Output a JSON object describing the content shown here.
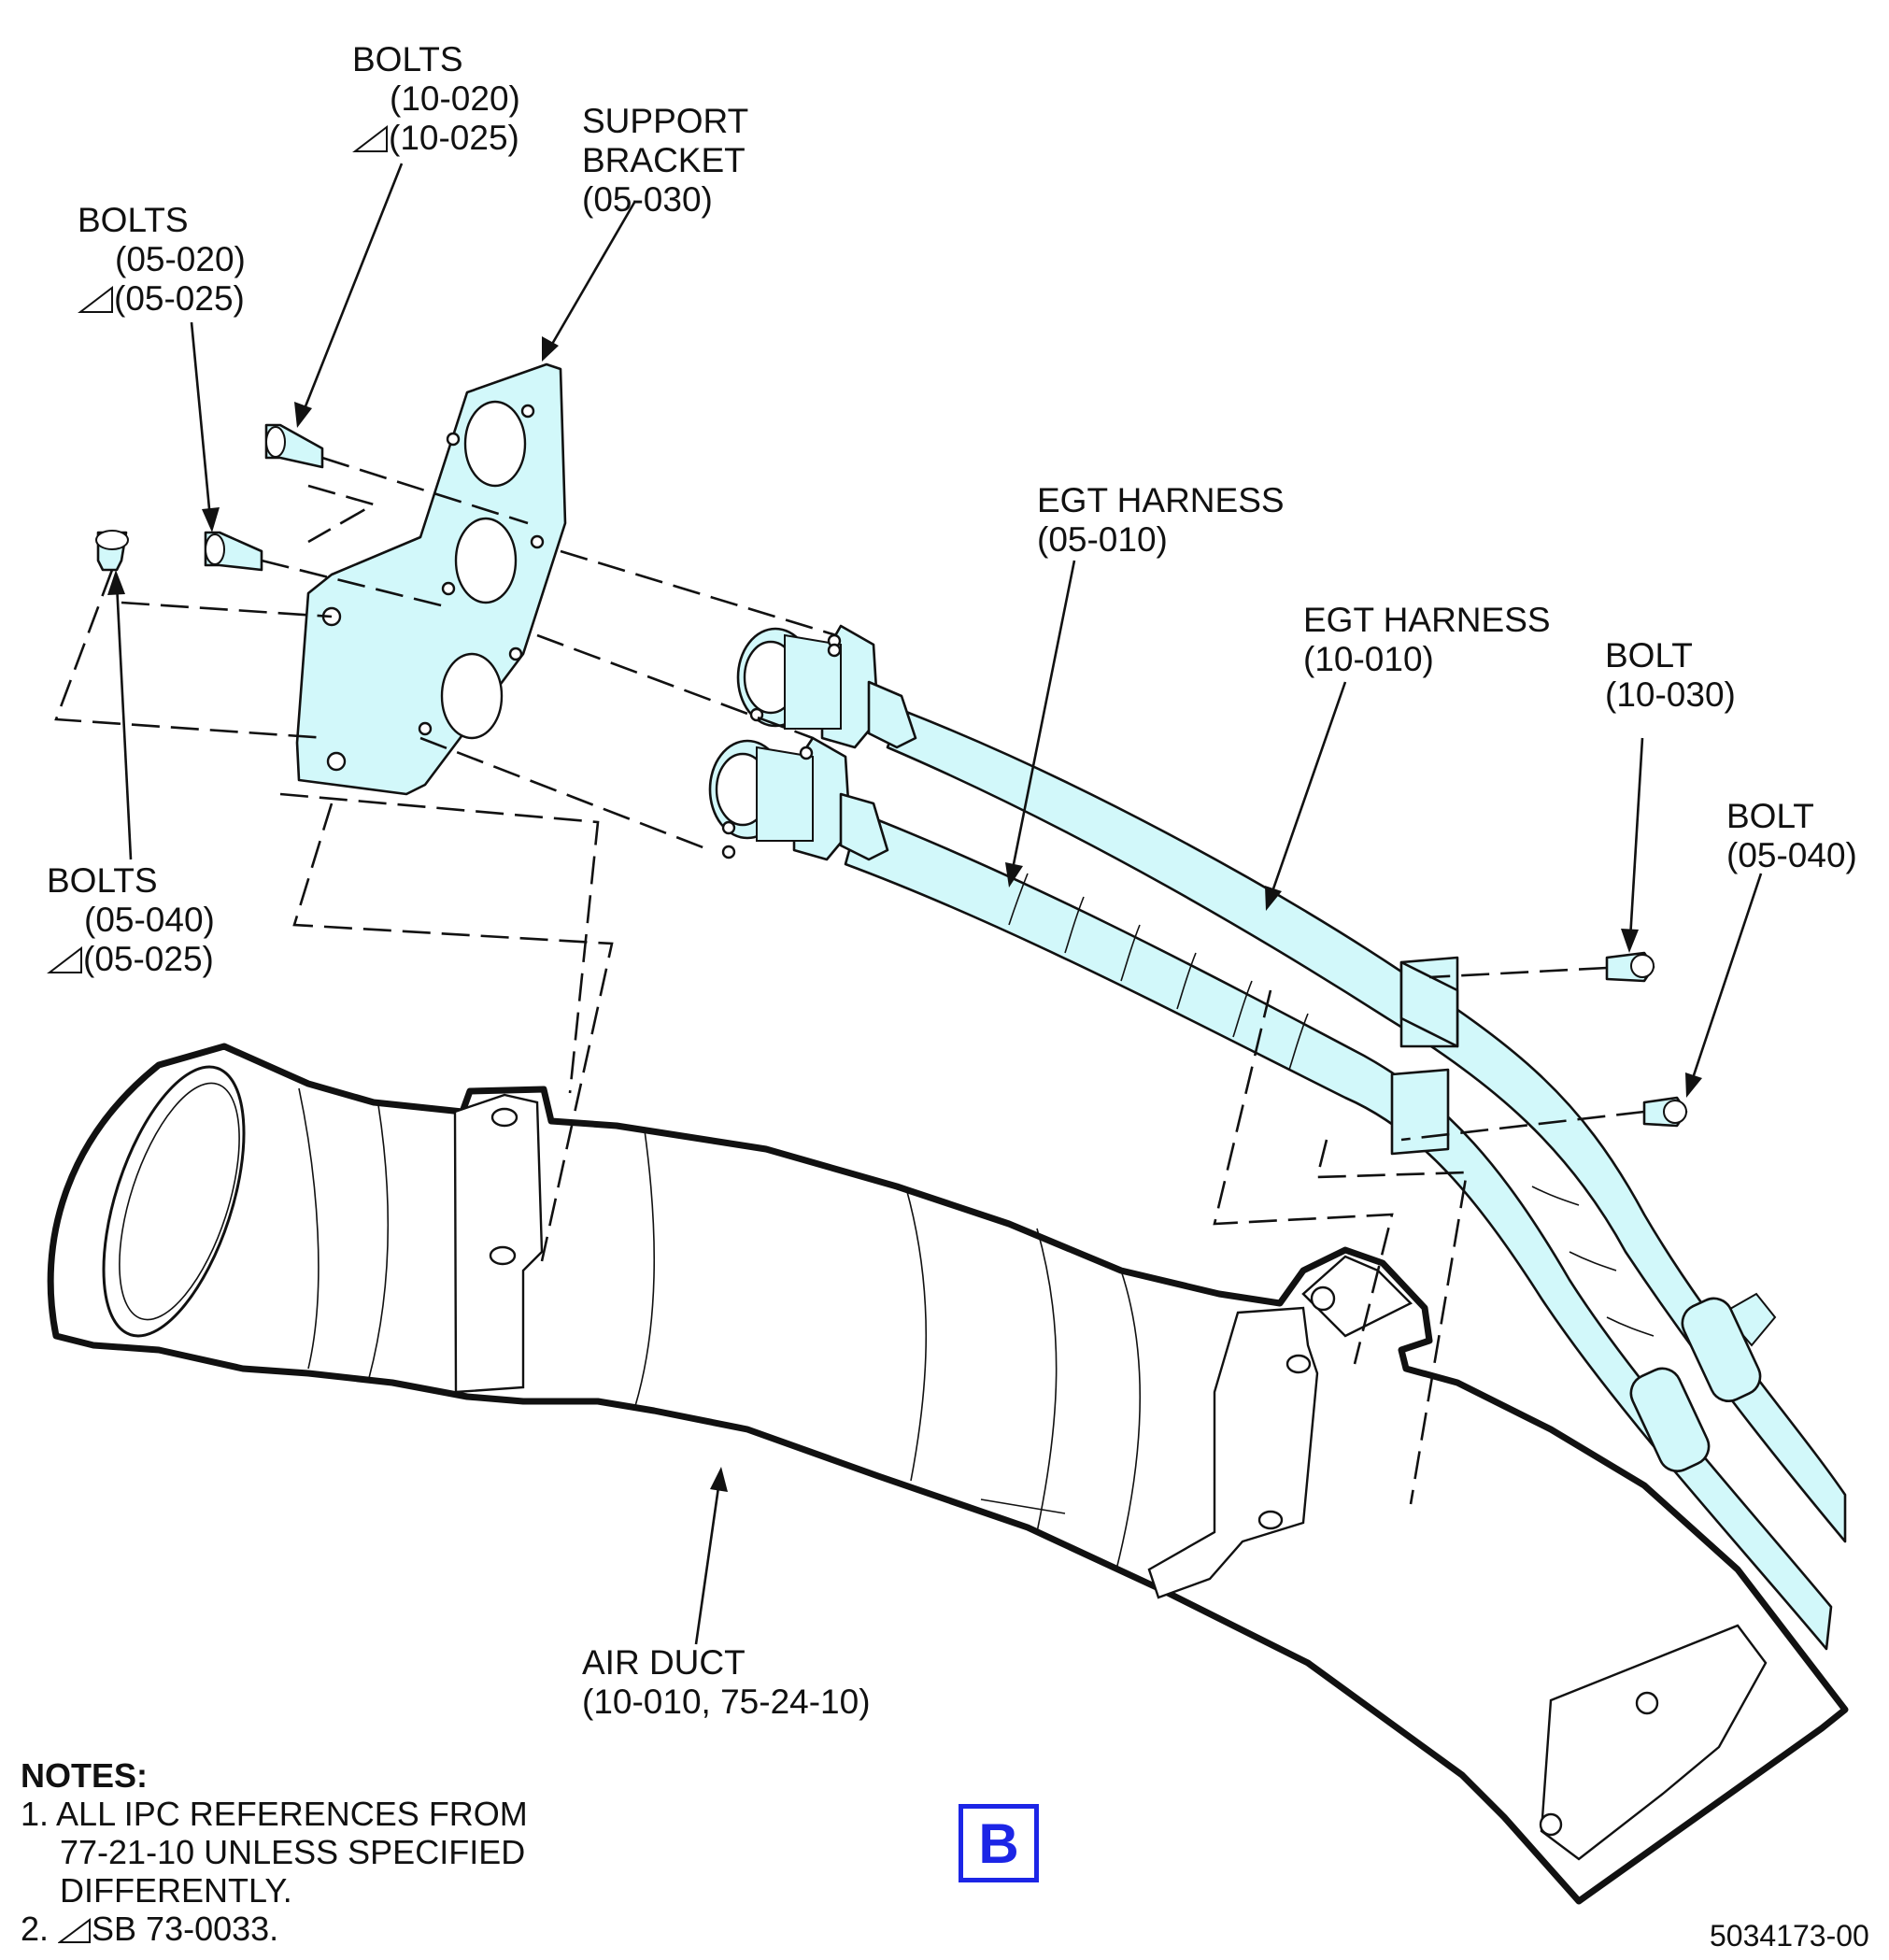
{
  "labels": {
    "bolts_10_020": {
      "name": "BOLTS",
      "ref1": "(10-020)",
      "ref2": "(10-025)"
    },
    "support_bracket": {
      "line1": "SUPPORT",
      "line2": "BRACKET",
      "ref": "(05-030)"
    },
    "bolts_05_020": {
      "name": "BOLTS",
      "ref1": "(05-020)",
      "ref2": "(05-025)"
    },
    "egt_harness_05": {
      "name": "EGT HARNESS",
      "ref": "(05-010)"
    },
    "egt_harness_10": {
      "name": "EGT HARNESS",
      "ref": "(10-010)"
    },
    "bolt_10_030": {
      "name": "BOLT",
      "ref": "(10-030)"
    },
    "bolt_05_040_right": {
      "name": "BOLT",
      "ref": "(05-040)"
    },
    "bolts_05_040_left": {
      "name": "BOLTS",
      "ref1": "(05-040)",
      "ref2": "(05-025)"
    },
    "air_duct": {
      "name": "AIR DUCT",
      "ref": "(10-010, 75-24-10)"
    }
  },
  "notes": {
    "heading": "NOTES:",
    "note1_line1": "1. ALL IPC REFERENCES FROM",
    "note1_line2": "77-21-10 UNLESS SPECIFIED",
    "note1_line3": "DIFFERENTLY.",
    "note2_prefix": "2. ",
    "note2_text": "SB 73-0033."
  },
  "view_badge": "B",
  "drawing_number": "5034173-00",
  "colors": {
    "part_fill": "#d2f8fa",
    "badge_blue": "#1c25e6",
    "line": "#111111"
  }
}
